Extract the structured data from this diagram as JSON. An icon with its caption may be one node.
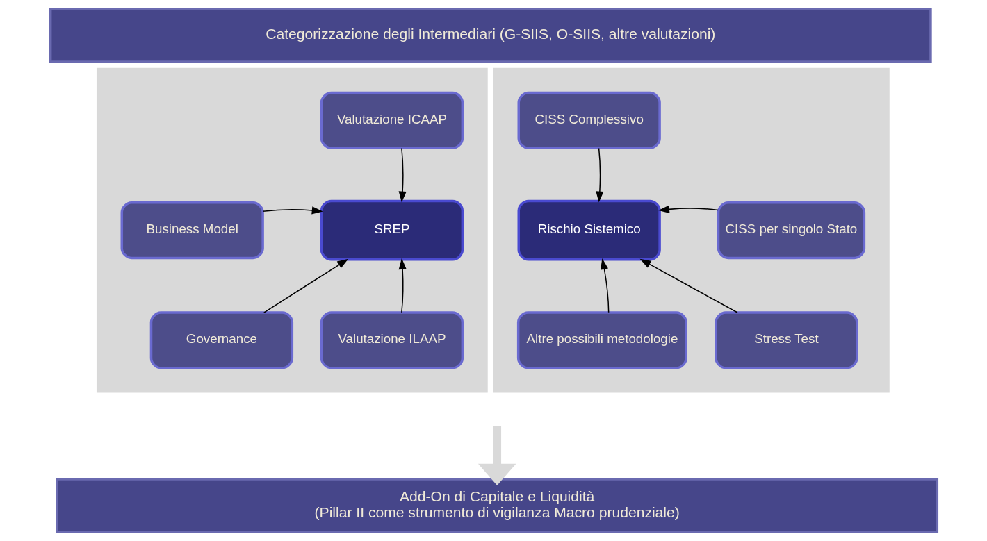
{
  "diagram": {
    "nodes": [
      {
        "text": [
          "Categorizzazione degli Intermediari (G-SIIS, O-SIIS, altre valutazioni)"
        ]
      },
      {
        "text": [],
        "shape": "box"
      },
      {
        "text": [
          "Valutazione ICAAP"
        ],
        "in": 1
      },
      {
        "text": [
          "Business Model"
        ],
        "in": 1
      },
      {
        "text": [
          "SREP"
        ],
        "in": 1
      },
      {
        "text": [
          "Governance"
        ],
        "in": 1
      },
      {
        "text": [
          "Valutazione ILAAP"
        ],
        "in": 1
      },
      {
        "text": [],
        "shape": "box"
      },
      {
        "text": [
          "CISS Complessivo"
        ],
        "in": 7
      },
      {
        "text": [
          "CISS per singolo Stato"
        ],
        "in": 7
      },
      {
        "text": [
          "Rischio Sistemico"
        ],
        "in": 7
      },
      {
        "text": [
          "Stress Test"
        ],
        "in": 7
      },
      {
        "text": [
          "Altre possibili metodologie"
        ],
        "in": 7
      },
      {
        "text": [
          "Add-On di Capitale e Liquidità",
          "(Pillar II come strumento di vigilanza Macro prudenziale)"
        ]
      }
    ],
    "edges": [
      {
        "from": 2,
        "to": 4,
        "arrow": "to"
      },
      {
        "from": 3,
        "to": 4,
        "arrow": "to"
      },
      {
        "from": 5,
        "to": 4,
        "arrow": "to"
      },
      {
        "from": 6,
        "to": 4,
        "arrow": "to"
      },
      {
        "from": 8,
        "to": 10,
        "arrow": "to"
      },
      {
        "from": 9,
        "to": 10,
        "arrow": "to"
      },
      {
        "from": 11,
        "to": 10,
        "arrow": "to"
      },
      {
        "from": 12,
        "to": 10,
        "arrow": "to"
      },
      {
        "from": null,
        "to": 13,
        "arrow": "to",
        "style": "thick",
        "color": "#d9d9d9"
      }
    ]
  }
}
